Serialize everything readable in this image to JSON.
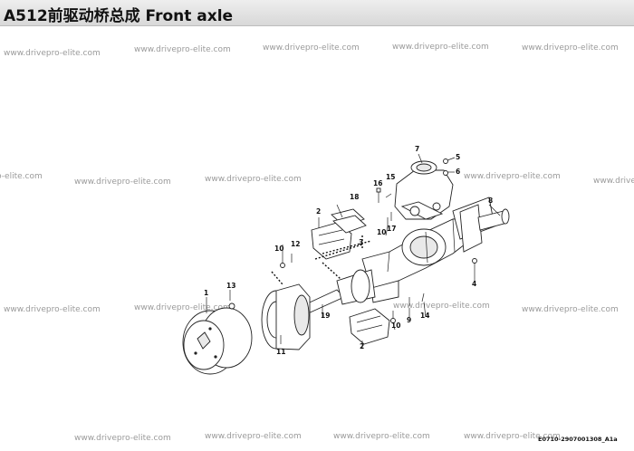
{
  "header": {
    "title": "A512前驱动桥总成   Front axle"
  },
  "watermark": "www.drivepro-elite.com",
  "drawing_code": "E0710-2907001308_A1a",
  "callouts": {
    "c1": "1",
    "c2a": "2",
    "c2b": "2",
    "c3": "3",
    "c4": "4",
    "c5": "5",
    "c6": "6",
    "c7": "7",
    "c8": "8",
    "c9": "9",
    "c10a": "10",
    "c10b": "10",
    "c10c": "10",
    "c11": "11",
    "c12": "12",
    "c13": "13",
    "c14": "14",
    "c15": "15",
    "c16": "16",
    "c17": "17",
    "c18": "18",
    "c19": "19"
  },
  "colors": {
    "titlebar": "#d8d8d8",
    "watermark": "#9a9a9a",
    "line": "#222222"
  }
}
